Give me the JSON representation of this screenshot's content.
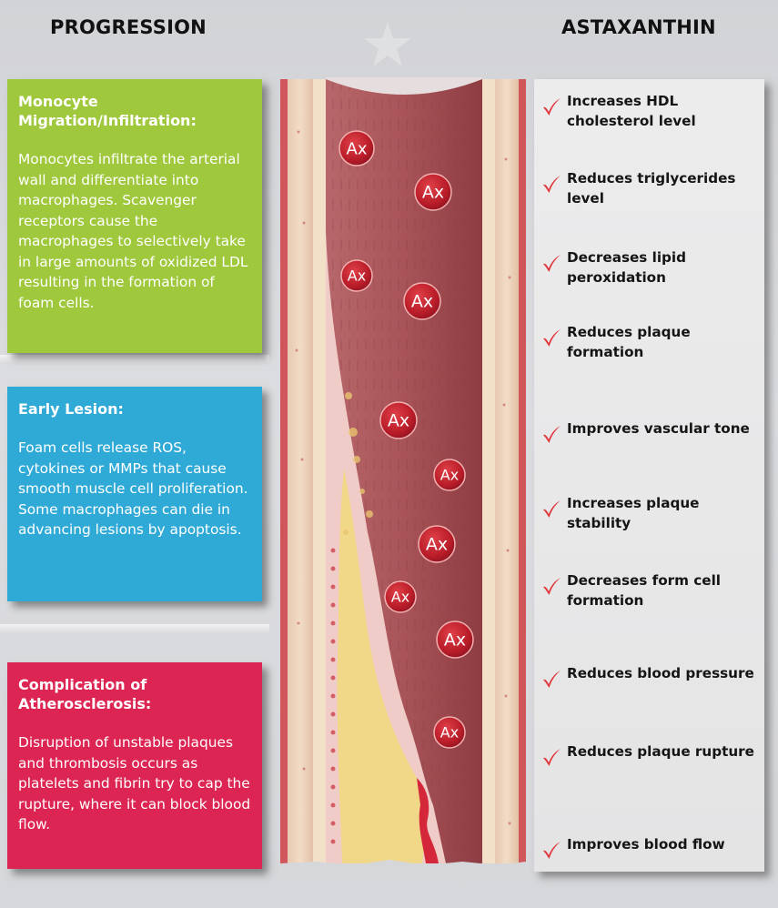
{
  "headers": {
    "progression": "PROGRESSION",
    "astaxanthin": "ASTAXANTHIN"
  },
  "stages": [
    {
      "heading": "Monocyte Migration/Infiltration:",
      "body": "Monocytes infiltrate the arterial wall and differentiate into macrophages. Scavenger receptors cause the macrophages to selectively take in large amounts of oxidized LDL resulting in the formation of foam cells.",
      "color": "#9fc83c"
    },
    {
      "heading": "Early Lesion:",
      "body": "Foam cells release ROS, cytokines or MMPs that cause smooth muscle cell proliferation. Some macrophages can die in advancing lesions by apoptosis.",
      "color": "#2fa9d6"
    },
    {
      "heading": "Complication of Atherosclerosis:",
      "body": "Disruption of unstable plaques and thrombosis occurs as platelets and fibrin try to cap the rupture, where it can block blood flow.",
      "color": "#dc2552"
    }
  ],
  "artery": {
    "particle_label": "Ax",
    "particle_count": 10
  },
  "benefits": [
    {
      "label": "Increases HDL cholesterol level",
      "icon": "check-icon"
    },
    {
      "label": "Reduces triglycerides level",
      "icon": "check-icon"
    },
    {
      "label": "Decreases lipid peroxidation",
      "icon": "check-icon"
    },
    {
      "label": "Reduces plaque formation",
      "icon": "check-icon"
    },
    {
      "label": "Improves vascular tone",
      "icon": "check-icon"
    },
    {
      "label": "Increases plaque stability",
      "icon": "check-icon"
    },
    {
      "label": "Decreases form cell formation",
      "icon": "check-icon"
    },
    {
      "label": "Reduces blood pressure",
      "icon": "check-icon"
    },
    {
      "label": "Reduces plaque rupture",
      "icon": "check-icon"
    },
    {
      "label": "Improves blood flow",
      "icon": "check-icon"
    }
  ],
  "colors": {
    "check": "#e0333a",
    "lumen": "#a85458",
    "plaque": "#f2d98c",
    "particle": "#c2202b"
  }
}
